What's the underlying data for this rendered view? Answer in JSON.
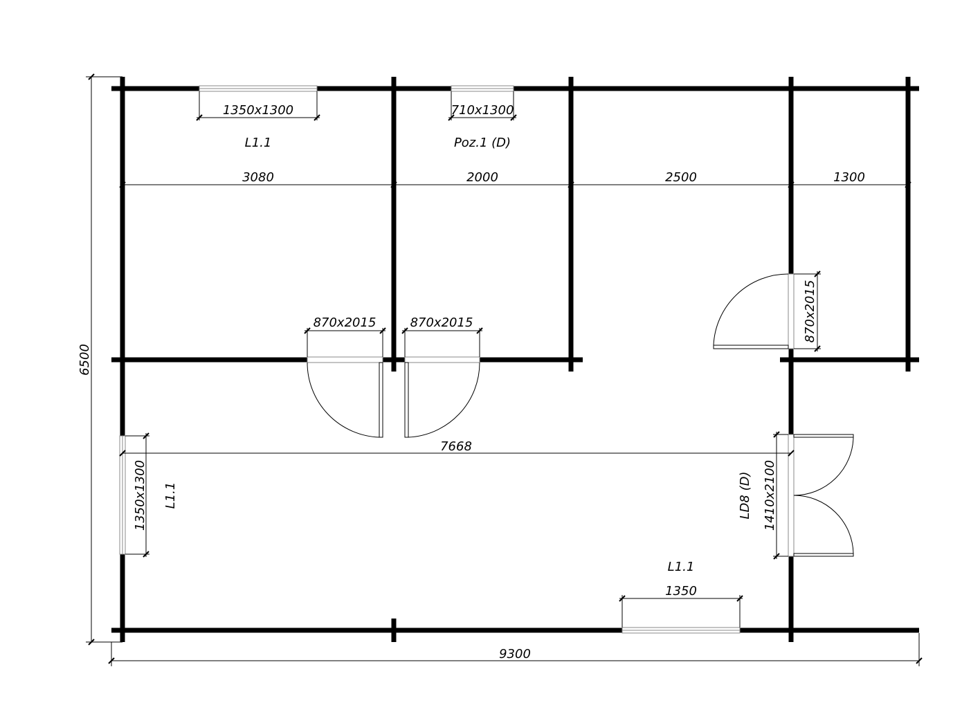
{
  "drawing": {
    "overall_width": "9300",
    "overall_height": "6500",
    "room_widths": [
      "3080",
      "2000",
      "2500",
      "1300"
    ],
    "interior_length": "7668",
    "windows": {
      "top_left_size": "1350x1300",
      "top_left_code": "L1.1",
      "top_mid_size": "710x1300",
      "top_mid_code": "Poz.1 (D)",
      "left_size": "1350x1300",
      "left_code": "L1.1",
      "bottom_width": "1350",
      "bottom_code": "L1.1"
    },
    "doors": {
      "door_a": "870x2015",
      "door_b": "870x2015",
      "door_c": "870x2015",
      "entry_size": "1410x2100",
      "entry_code": "LD8 (D)"
    }
  }
}
